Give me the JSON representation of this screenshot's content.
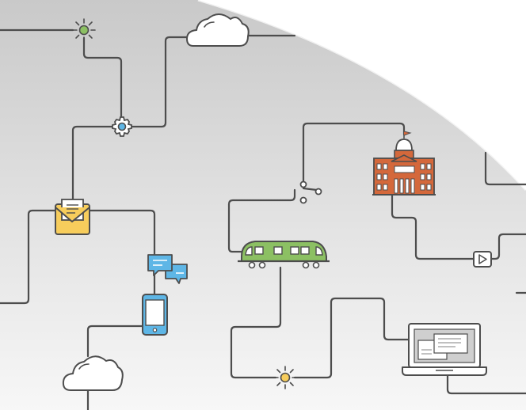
{
  "illustration": {
    "nodes": [
      {
        "id": "sun-top",
        "icon": "sun-icon"
      },
      {
        "id": "cloud-top",
        "icon": "cloud-icon"
      },
      {
        "id": "gear",
        "icon": "gear-icon"
      },
      {
        "id": "envelope",
        "icon": "envelope-icon"
      },
      {
        "id": "chat",
        "icon": "chat-bubbles-icon"
      },
      {
        "id": "phone",
        "icon": "smartphone-icon"
      },
      {
        "id": "cloud-bottom",
        "icon": "cloud-icon"
      },
      {
        "id": "junction",
        "icon": "junction-switch-icon"
      },
      {
        "id": "building",
        "icon": "city-hall-icon"
      },
      {
        "id": "train",
        "icon": "train-icon"
      },
      {
        "id": "play",
        "icon": "play-button-icon"
      },
      {
        "id": "sun-bottom",
        "icon": "sun-icon"
      },
      {
        "id": "laptop",
        "icon": "laptop-icon"
      }
    ],
    "colors": {
      "line": "#4d4d4d",
      "green": "#8cc063",
      "yellow": "#f7cd5c",
      "blue": "#5eb6e6",
      "brick": "#d4683b",
      "gradient_light": "#f7f7f7",
      "gradient_dark": "#c9c9c9"
    }
  }
}
